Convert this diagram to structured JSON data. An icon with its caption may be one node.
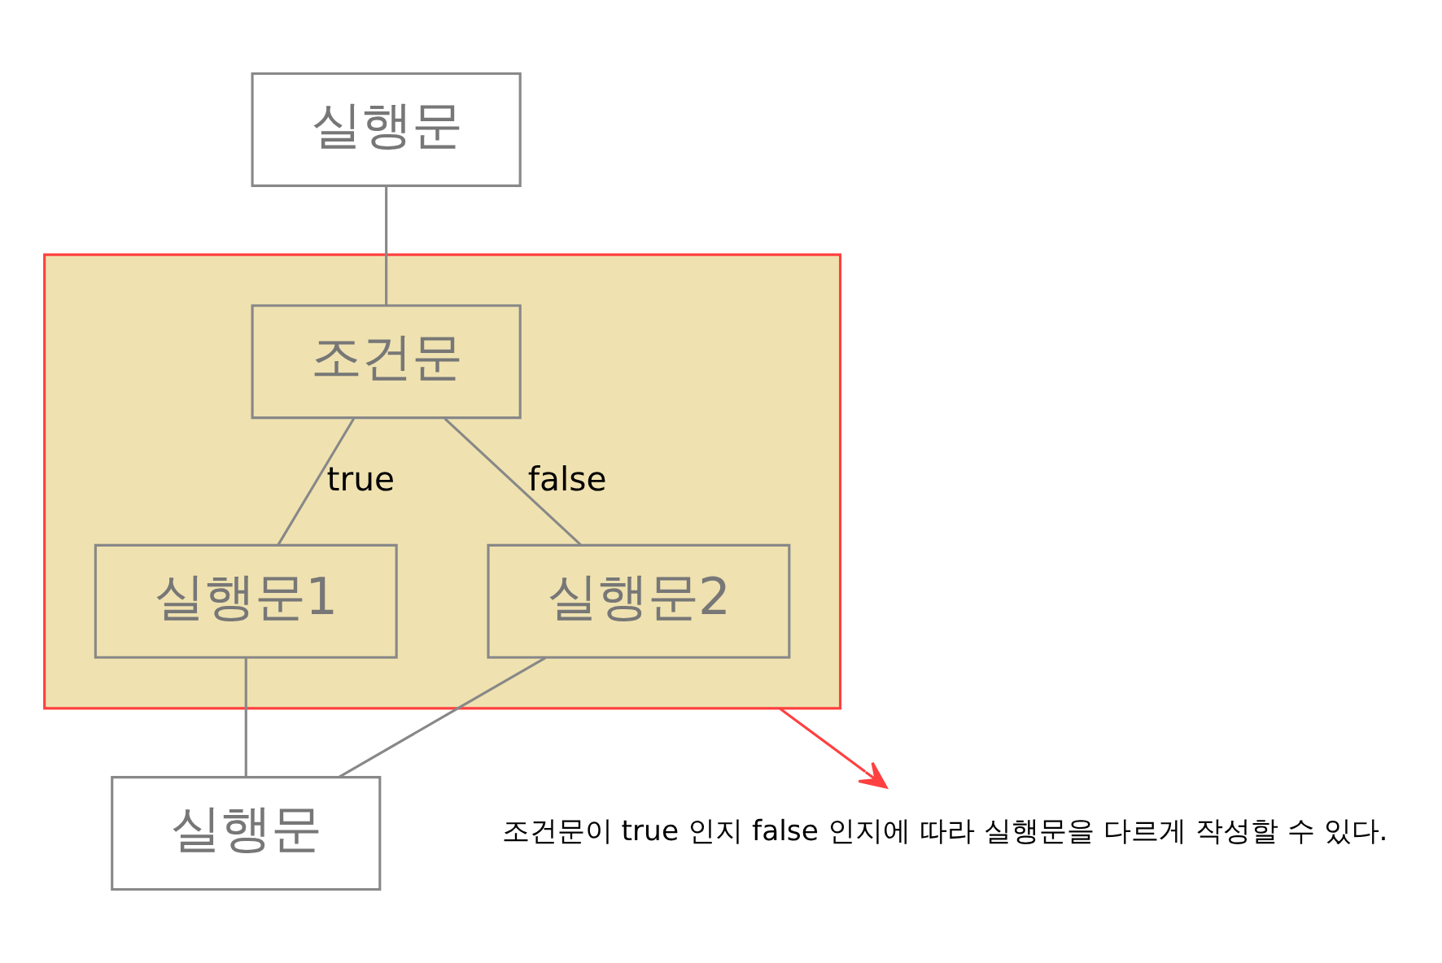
{
  "diagram": {
    "nodes": [
      {
        "text": [
          "실행문"
        ]
      },
      {
        "text": [],
        "shape": "box"
      },
      {
        "text": [
          "조건문"
        ],
        "in": 1
      },
      {
        "text": [
          "실행문1"
        ],
        "in": 1
      },
      {
        "text": [
          "실행문2"
        ],
        "in": 1
      },
      {
        "text": [
          "실행문"
        ]
      },
      {
        "text": [
          "조건문이 true 인지 false 인지에 따라 실행문을 다르게 작성할 수 있다."
        ]
      }
    ],
    "edges": [
      {
        "from": 0,
        "to": 2,
        "arrow": "none"
      },
      {
        "from": 2,
        "to": 3,
        "arrow": "none",
        "label": "true"
      },
      {
        "from": 2,
        "to": 4,
        "arrow": "none",
        "label": "false"
      },
      {
        "from": 3,
        "to": 5,
        "arrow": "none"
      },
      {
        "from": 4,
        "to": 5,
        "arrow": "none"
      },
      {
        "from": 1,
        "to": 6,
        "arrow": "to",
        "color": "#ff4040"
      }
    ]
  }
}
